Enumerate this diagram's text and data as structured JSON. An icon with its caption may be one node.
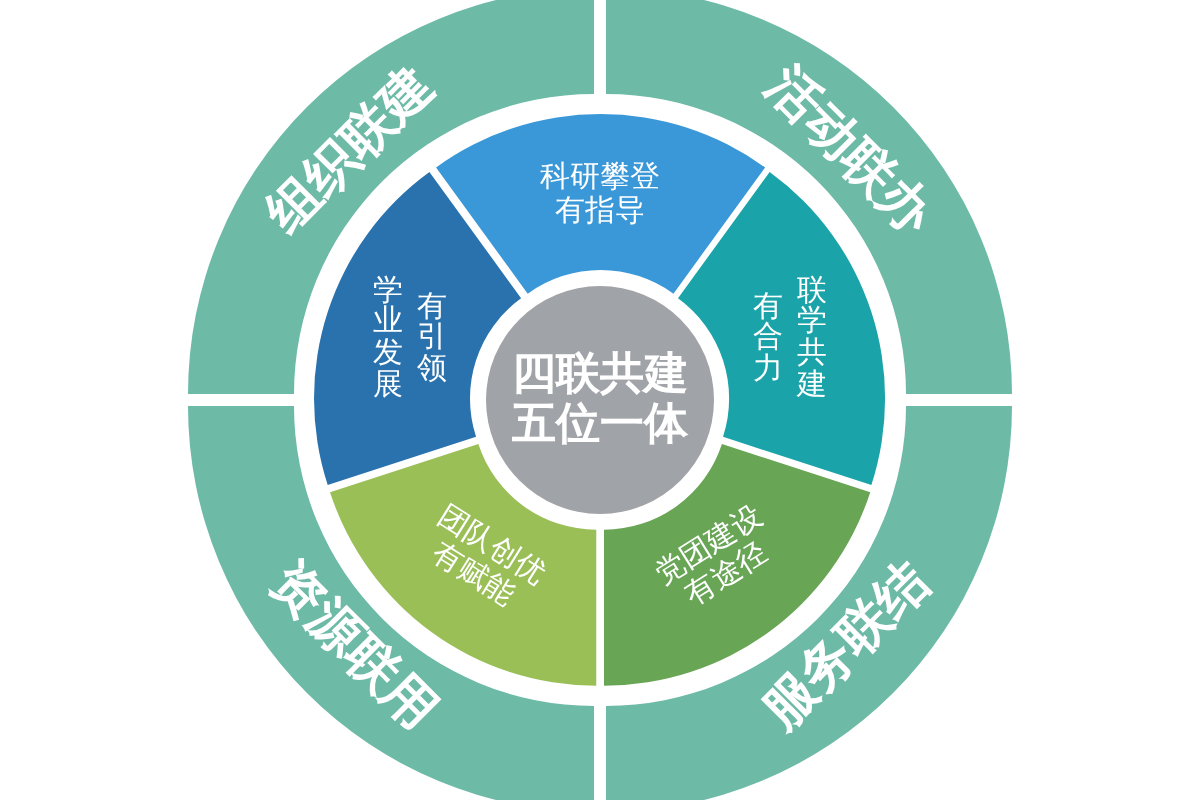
{
  "diagram": {
    "nodes": [
      {
        "text": [
          "组织联建"
        ]
      },
      {
        "text": [
          "活动联办"
        ]
      },
      {
        "text": [
          "科研攀登有指导"
        ]
      },
      {
        "text": [
          "学业发展",
          "有引领"
        ]
      },
      {
        "text": [
          "有合力",
          "联学共建"
        ]
      },
      {
        "text": [
          "四联共建五位一体"
        ]
      },
      {
        "text": [
          "团队创优有赋能"
        ]
      },
      {
        "text": [
          "党团建设有途径"
        ]
      },
      {
        "text": [
          "资源联用"
        ]
      },
      {
        "text": [
          "服务联结"
        ]
      }
    ]
  }
}
